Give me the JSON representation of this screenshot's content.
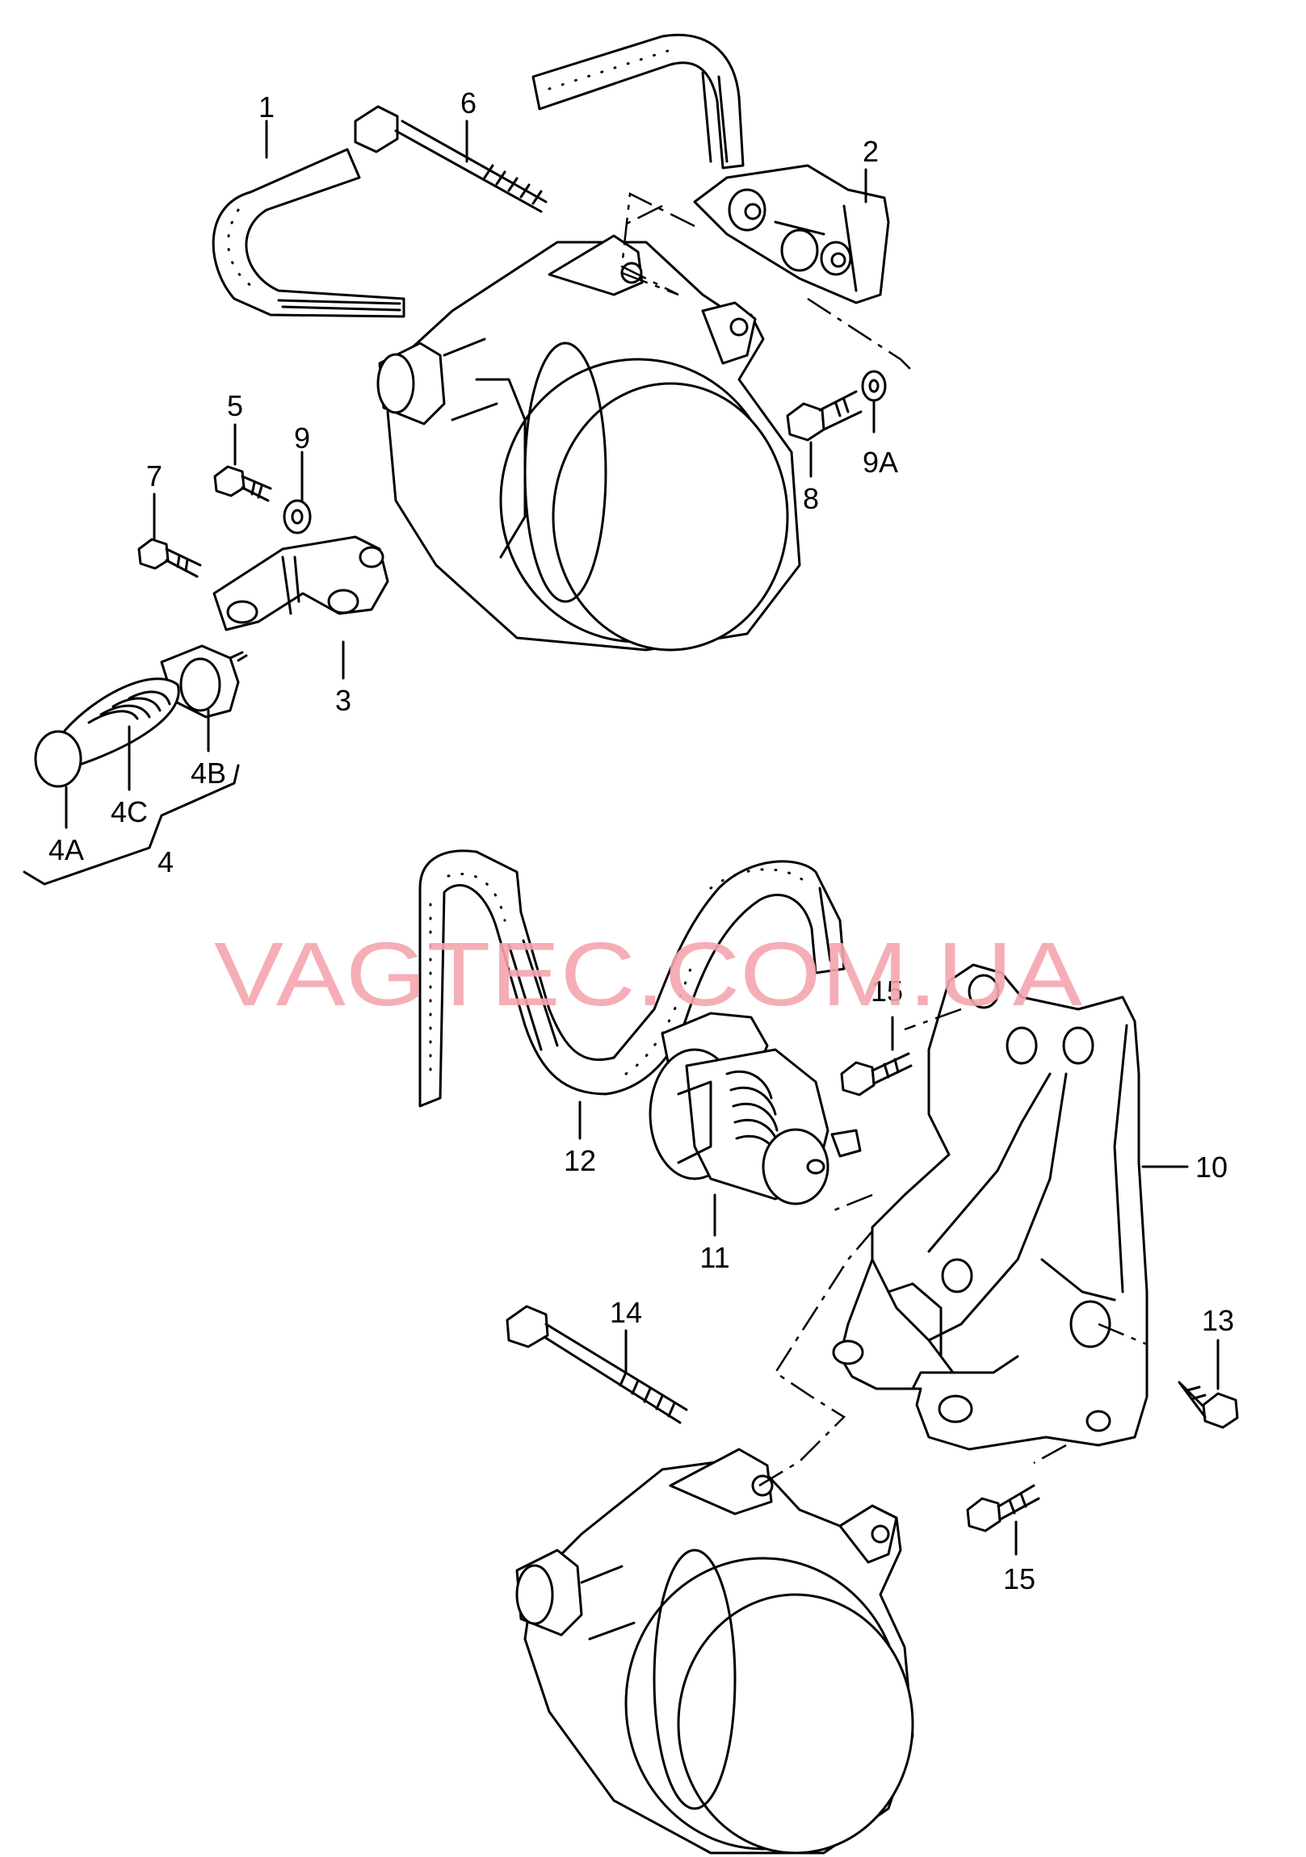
{
  "watermark": "VAGTEC.COM.UA",
  "callouts": {
    "c1": "1",
    "c2": "2",
    "c3": "3",
    "c4": "4",
    "c4a": "4A",
    "c4b": "4B",
    "c4c": "4C",
    "c5": "5",
    "c6": "6",
    "c7": "7",
    "c8": "8",
    "c9": "9",
    "c9a": "9A",
    "c10": "10",
    "c11": "11",
    "c12": "12",
    "c13": "13",
    "c14": "14",
    "c15a": "15",
    "c15b": "15"
  },
  "colors": {
    "line": "#000000",
    "watermark": "#f5a6ae",
    "background": "#ffffff"
  }
}
